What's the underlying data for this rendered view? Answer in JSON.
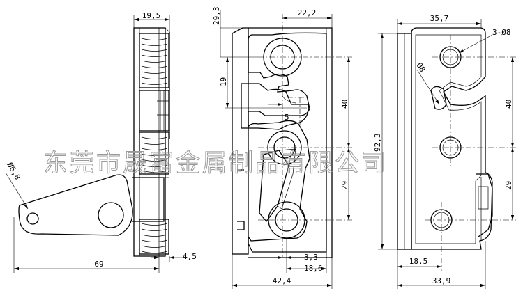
{
  "colors": {
    "line": "#000000",
    "background": "#ffffff",
    "watermark": "#9a9a9a"
  },
  "watermark": "东莞市晟富金属制品有限公司",
  "side_view": {
    "dim_width": "19,5",
    "dim_length": "69",
    "dim_hole": "Ø6,8",
    "dim_offset": "4,5"
  },
  "front_view": {
    "dim_top": "22,2",
    "dim_top_offset": "29,3",
    "dim_claw": "19",
    "dim_gap": "5",
    "dim_pitch_1": "40",
    "dim_pitch_2": "29",
    "dim_small": "3,3",
    "dim_base": "18,6",
    "dim_width": "42,4"
  },
  "back_view": {
    "dim_top": "35,7",
    "dim_holes": "3-Ø8",
    "dim_slot": "Ø8",
    "dim_height": "92,3",
    "dim_pitch_1": "40",
    "dim_pitch_2": "29",
    "dim_hole_offset": "18.5",
    "dim_width": "33,9"
  }
}
